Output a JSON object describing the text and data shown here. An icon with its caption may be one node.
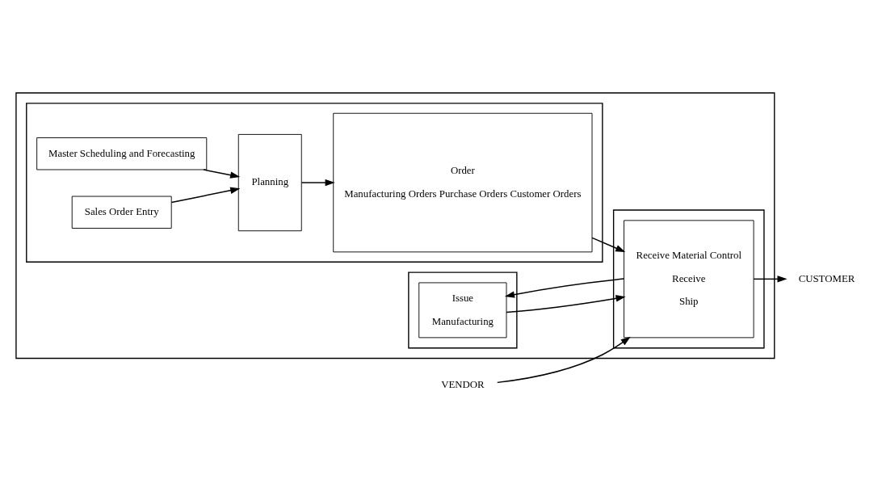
{
  "diagram": {
    "nodes": [
      {
        "text": [],
        "shape": "box"
      },
      {
        "text": [],
        "shape": "box",
        "in": 0
      },
      {
        "text": [],
        "shape": "box",
        "in": 0
      },
      {
        "text": [],
        "shape": "box",
        "in": 0
      },
      {
        "text": [
          "Master Scheduling and Forecasting"
        ],
        "in": 1
      },
      {
        "text": [
          "Sales Order Entry"
        ],
        "in": 1
      },
      {
        "text": [
          "Planning"
        ],
        "in": 1
      },
      {
        "text": [
          "Order",
          "Manufacturing Orders Purchase Orders Customer Orders"
        ],
        "in": 1
      },
      {
        "text": [
          "Receive Material Control",
          "Receive",
          "Ship"
        ],
        "in": 2
      },
      {
        "text": [
          "Issue",
          "Manufacturing"
        ],
        "in": 3
      },
      {
        "text": [
          "VENDOR"
        ]
      },
      {
        "text": [
          "CUSTOMER"
        ]
      }
    ],
    "edges": [
      {
        "from": 4,
        "to": 6,
        "arrow": "to"
      },
      {
        "from": 5,
        "to": 6,
        "arrow": "to"
      },
      {
        "from": 6,
        "to": 7,
        "arrow": "to"
      },
      {
        "from": 7,
        "to": 8,
        "arrow": "to"
      },
      {
        "from": 10,
        "to": 8,
        "arrow": "to"
      },
      {
        "from": 8,
        "to": 11,
        "arrow": "to"
      },
      {
        "from": 8,
        "to": 9,
        "arrow": "to"
      },
      {
        "from": 9,
        "to": 8,
        "arrow": "to"
      }
    ]
  }
}
